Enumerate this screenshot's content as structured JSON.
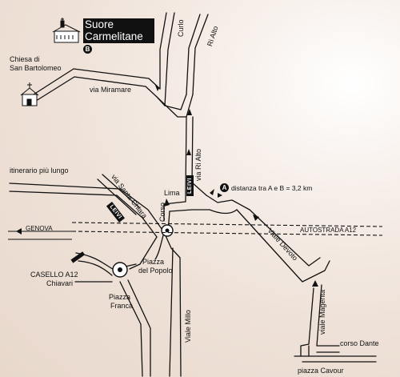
{
  "title": {
    "line1": "Suore",
    "line2": "Carmelitane"
  },
  "markers": {
    "a": "A",
    "b": "B"
  },
  "distance_note": "distanza tra A e B = 3,2 km",
  "labels": {
    "chiesa": "Chiesa di",
    "san_bartolomeo": "San Bartolomeo",
    "curlo": "Curlo",
    "ri_alto_top": "Ri Alto",
    "via_miramare": "via Miramare",
    "via_ri_alto": "via Ri Alto",
    "lima": "Lima",
    "itinerario": "itinerario più lungo",
    "via_santa_chiara": "via Santa Chiara",
    "corso": "Corso",
    "genova": "GENOVA",
    "autostrada": "AUTOSTRADA A12",
    "viale_devoto": "Viale Devoto",
    "casello": "CASELLO A12",
    "chiavari": "Chiavari",
    "piazza_del_popolo_1": "Piazza",
    "piazza_del_popolo_2": "del Popolo",
    "piazza_franca_1": "Piazza",
    "piazza_franca_2": "Franca",
    "viale_millo": "Viale Millo",
    "viale_magenta": "viale Magenta",
    "corso_dante": "corso Dante",
    "piazza_cavour": "piazza Cavour"
  },
  "direction_tags": {
    "leivi_1": "LEIVI",
    "leivi_2": "LEIVI"
  },
  "colors": {
    "road": "#111111",
    "background": "#eee1d7"
  }
}
